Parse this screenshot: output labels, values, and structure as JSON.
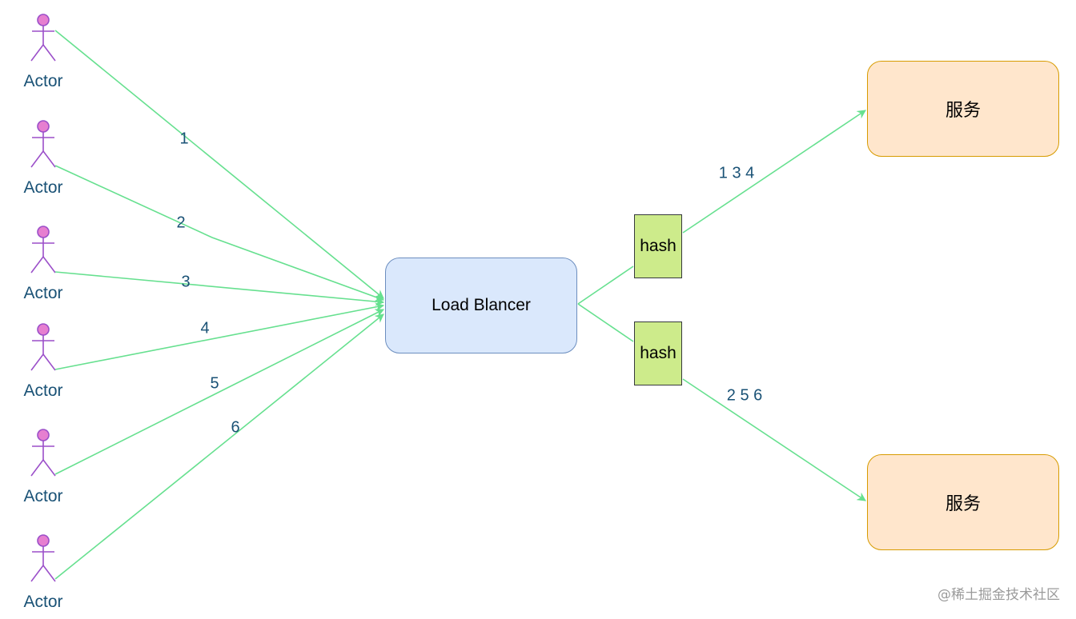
{
  "actors": [
    {
      "label": "Actor",
      "edge": "1"
    },
    {
      "label": "Actor",
      "edge": "2"
    },
    {
      "label": "Actor",
      "edge": "3"
    },
    {
      "label": "Actor",
      "edge": "4"
    },
    {
      "label": "Actor",
      "edge": "5"
    },
    {
      "label": "Actor",
      "edge": "6"
    }
  ],
  "load_balancer": {
    "label": "Load Blancer"
  },
  "hash_nodes": [
    {
      "label": "hash",
      "edge_label": "1 3 4"
    },
    {
      "label": "hash",
      "edge_label": "2 5 6"
    }
  ],
  "services": [
    {
      "label": "服务"
    },
    {
      "label": "服务"
    }
  ],
  "watermark": "@稀土掘金技术社区",
  "colors": {
    "edge": "#66e08f",
    "actor_stroke": "#9b4fc9",
    "actor_head": "#e67fd0",
    "lb_fill": "#dae8fc",
    "lb_border": "#6c8ebf",
    "service_fill": "#ffe6cc",
    "service_border": "#d79b00",
    "hash_fill": "#cdeb8b",
    "label_text": "#1a5276"
  }
}
